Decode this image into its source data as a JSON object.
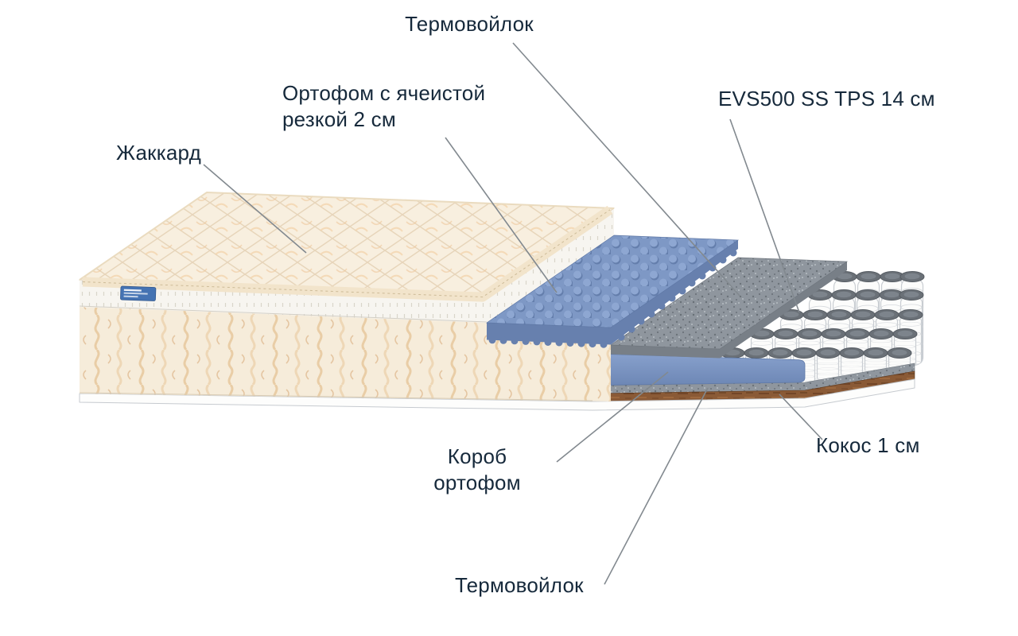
{
  "diagram": {
    "labels": [
      {
        "id": "thermofelt-top",
        "text": "Термовойлок"
      },
      {
        "id": "orthofoam-cellular",
        "line1": "Ортофом с ячеистой",
        "line2": "резкой 2 см"
      },
      {
        "id": "jacquard",
        "text": "Жаккард"
      },
      {
        "id": "spring-unit",
        "text": "EVS500 SS TPS 14 см"
      },
      {
        "id": "coconut",
        "text": "Кокос 1 см"
      },
      {
        "id": "box-orthofoam",
        "line1": "Короб",
        "line2": "ортофом"
      },
      {
        "id": "thermofelt-bottom",
        "text": "Термовойлок"
      }
    ],
    "palette": {
      "text": "#16293b",
      "leader_line": "#82898f",
      "jacquard_cream": "#f8efe0",
      "foam_blue": "#7e98c5",
      "felt_gray": "#8e959d",
      "coconut_brown": "#8a5a36",
      "box_blue": "#7590bf",
      "spring_cap_gray": "#6a7077"
    }
  }
}
